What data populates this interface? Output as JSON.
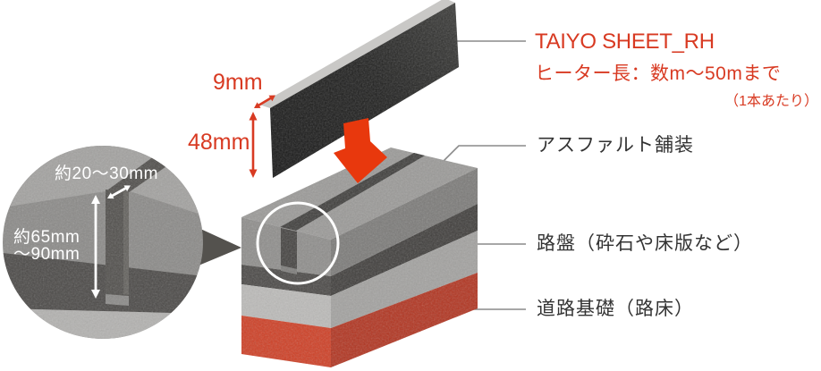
{
  "product": {
    "name": "TAIYO SHEET_RH",
    "heater_length": "ヒーター長：数m〜50mまで",
    "heater_length_note": "（1本あたり）",
    "thickness_label": "9mm",
    "height_label": "48mm"
  },
  "layer_labels": {
    "asphalt": "アスファルト舗装",
    "roadbed": "路盤（砕石や床版など）",
    "foundation": "道路基礎（路床）"
  },
  "groove_detail": {
    "width_label": "約20〜30mm",
    "depth_label_lines": [
      "約65mm",
      "〜90mm"
    ]
  },
  "colors": {
    "accent_red": "#d83a22",
    "arrow_red": "#e8380d",
    "label_dark": "#333333",
    "leader_gray": "#8a8a8a",
    "sheet_edge": "#c9c8c6",
    "asphalt_top": "#9b9a98",
    "asphalt_front": "#8f8e8c",
    "asphalt_side": "#7c7b79",
    "binder_front": "#4b4947",
    "binder_side": "#403e3c",
    "roadbed_front": "#bcbbb9",
    "roadbed_side": "#a3a2a0",
    "foundation_front": "#cf3f25",
    "foundation_side": "#b23420",
    "groove_dark": "#3f3e3c",
    "zoom_top_surface": "#a3a2a0",
    "zoom_asphalt": "#8b8a88",
    "zoom_binder": "#4b4947",
    "zoom_roadbed": "#b3b2b0",
    "zoom_groove": "#514f4c",
    "pointer_dark": "#54524e",
    "white": "#ffffff"
  }
}
